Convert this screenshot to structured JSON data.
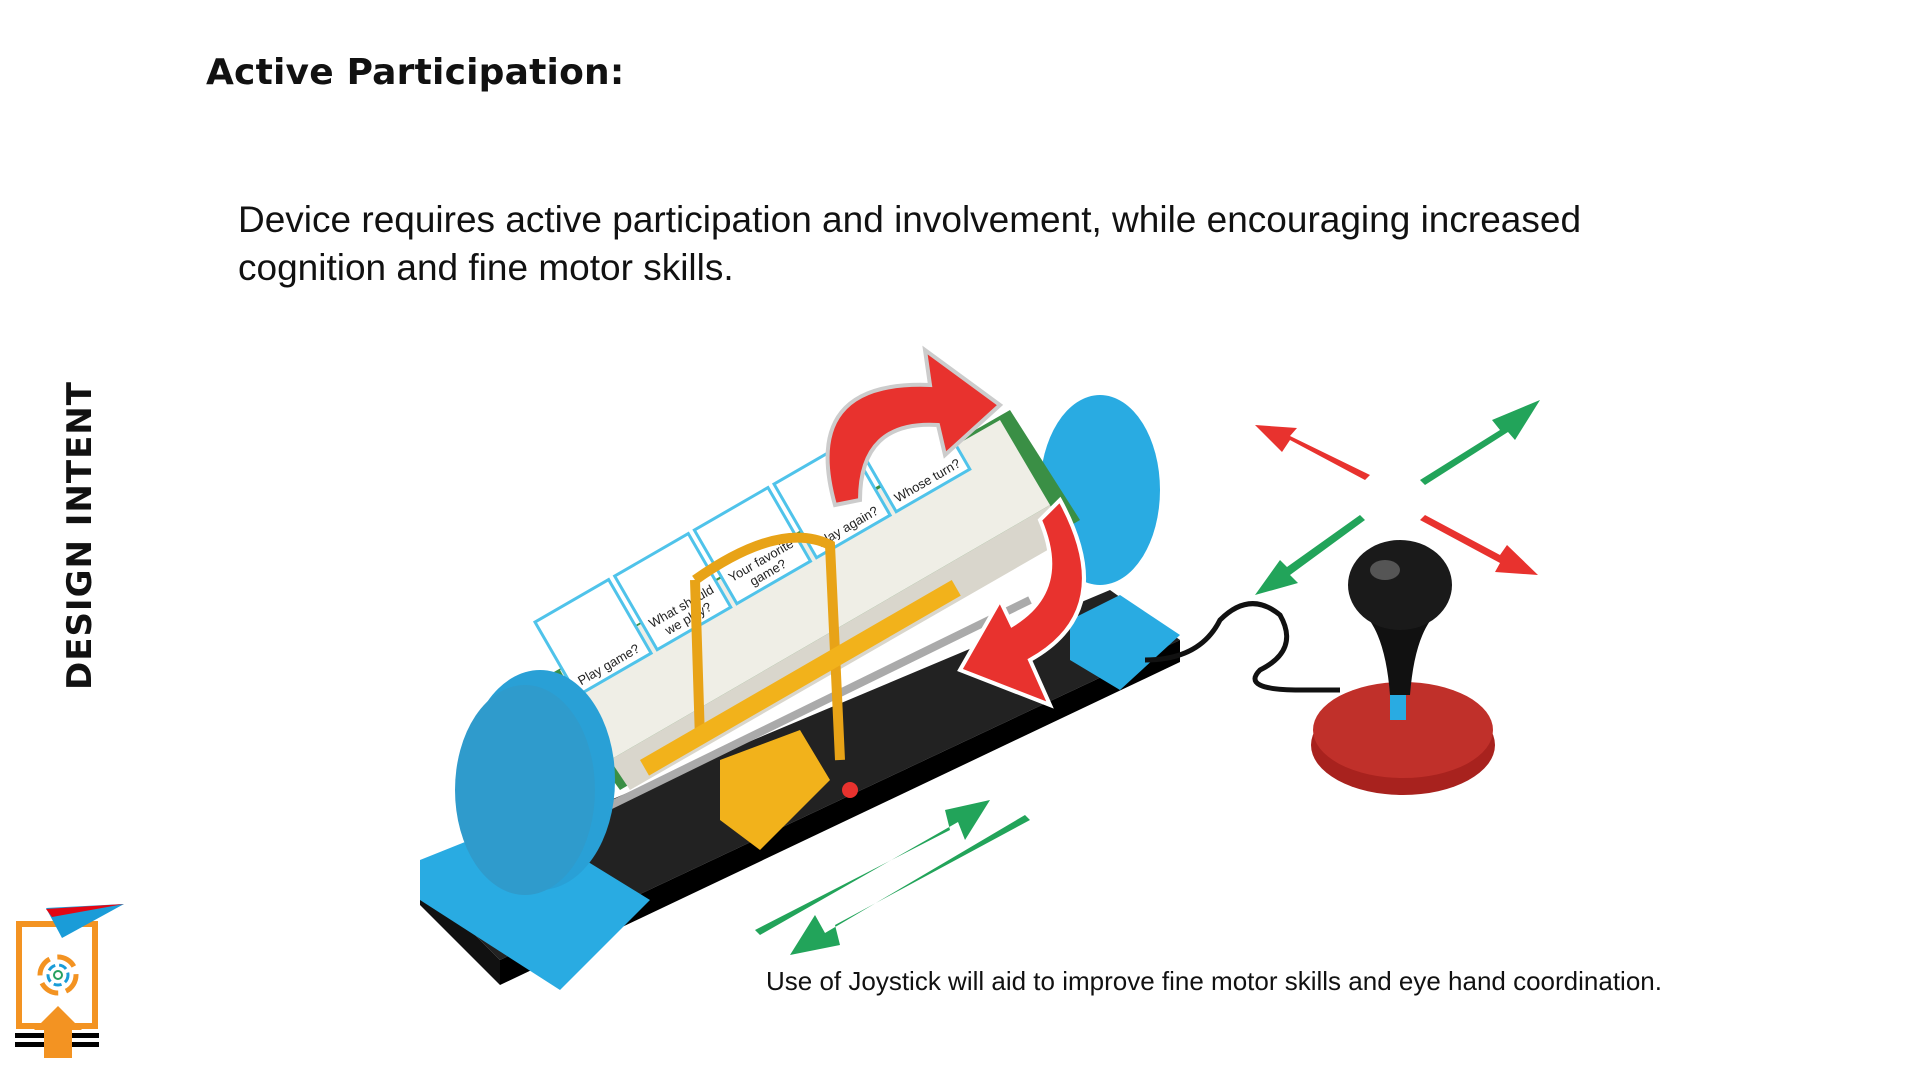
{
  "slide": {
    "title": "Active Participation:",
    "intro": "Device requires active participation and involvement, while encouraging increased cognition and fine motor skills.",
    "section_label": "DESIGN INTENT",
    "caption": "Use of Joystick will aid to improve fine motor skills and eye hand coordination."
  },
  "device": {
    "cards": [
      "Play game?",
      "What should we play?",
      "Your favorite game?",
      "Play again?",
      "Whose turn?"
    ]
  },
  "colors": {
    "cylinder_blue": "#29abe2",
    "frame_green": "#3a8f45",
    "slider_yellow": "#f2b21b",
    "arrow_red": "#e8322e",
    "arrow_green": "#22a45a",
    "joystick_base": "#c0302a",
    "logo_orange": "#f39322"
  }
}
